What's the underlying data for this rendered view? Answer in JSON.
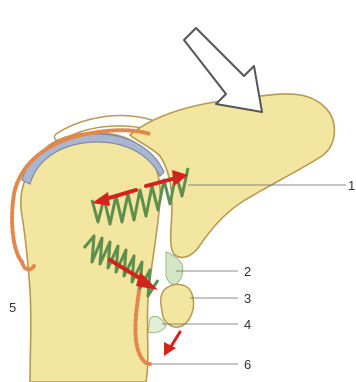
{
  "labels": {
    "l1": "1",
    "l2": "2",
    "l3": "3",
    "l4": "4",
    "l5": "5",
    "l6": "6"
  },
  "colors": {
    "bone_fill": "#f3e6a0",
    "bone_stroke": "#b89a52",
    "cartilage": "#aab6cf",
    "cartilage_edge": "#7f8aa6",
    "capsule_dots": "#e3874a",
    "ligament_green": "#5f8f4c",
    "force_arrow": "#d4231c",
    "pale_green": "#d4e7c4",
    "leader_line": "#666666",
    "outline_arrow_fill": "#ffffff",
    "outline_arrow_stroke": "#555555"
  },
  "icons": {
    "load_arrow": "outlined-arrow-icon",
    "shear_arrows": "double-headed-arrow-icon",
    "displacement_arrow": "arrow-down-icon"
  }
}
